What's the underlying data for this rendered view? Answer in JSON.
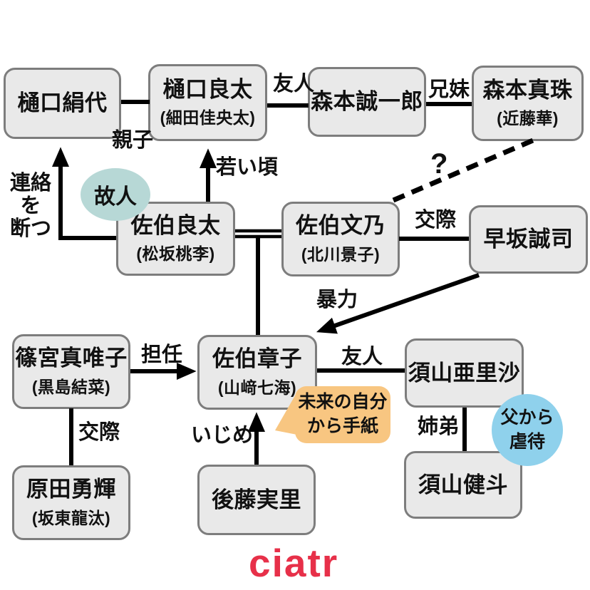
{
  "diagram": {
    "logo": {
      "text": "ciatr",
      "color": "#e73049"
    },
    "colors": {
      "box_fill": "#e9e9e9",
      "box_border": "#7d7d7d",
      "line": "#000000",
      "deceased_badge": "#b7d8d6",
      "abuse_badge": "#8fd1ec",
      "letter_bubble": "#f8c681"
    },
    "nodes": [
      {
        "id": "higuchi-kinuyo",
        "name": "樋口絹代",
        "actor": ""
      },
      {
        "id": "higuchi-ryota",
        "name": "樋口良太",
        "actor": "(細田佳央太)"
      },
      {
        "id": "morimoto-seiichiro",
        "name": "森本誠一郎",
        "actor": ""
      },
      {
        "id": "morimoto-shinju",
        "name": "森本真珠",
        "actor": "(近藤華)"
      },
      {
        "id": "saeki-ryota",
        "name": "佐伯良太",
        "actor": "(松坂桃李)"
      },
      {
        "id": "saeki-fumino",
        "name": "佐伯文乃",
        "actor": "(北川景子)"
      },
      {
        "id": "hayasaka-seiji",
        "name": "早坂誠司",
        "actor": ""
      },
      {
        "id": "shinomiya-maiko",
        "name": "篠宮真唯子",
        "actor": "(黒島結菜)"
      },
      {
        "id": "saeki-akiko",
        "name": "佐伯章子",
        "actor": "(山﨑七海)"
      },
      {
        "id": "suyama-arisa",
        "name": "須山亜里沙",
        "actor": ""
      },
      {
        "id": "harada-yuki",
        "name": "原田勇輝",
        "actor": "(坂東龍汰)"
      },
      {
        "id": "goto-minori",
        "name": "後藤実里",
        "actor": ""
      },
      {
        "id": "suyama-kento",
        "name": "須山健斗",
        "actor": ""
      }
    ],
    "edges": [
      {
        "from": "higuchi-kinuyo",
        "to": "higuchi-ryota",
        "label": "親子",
        "style": "line"
      },
      {
        "from": "higuchi-ryota",
        "to": "morimoto-seiichiro",
        "label": "友人",
        "style": "line"
      },
      {
        "from": "morimoto-seiichiro",
        "to": "morimoto-shinju",
        "label": "兄妹",
        "style": "line"
      },
      {
        "from": "saeki-ryota",
        "to": "higuchi-kinuyo",
        "label": "連絡を断つ",
        "label_lines": [
          "連絡を",
          "断つ"
        ],
        "style": "arrow"
      },
      {
        "from": "saeki-ryota",
        "to": "higuchi-ryota",
        "label": "若い頃",
        "style": "arrow"
      },
      {
        "from": "saeki-ryota",
        "to": "saeki-fumino",
        "label": "",
        "style": "double-line"
      },
      {
        "from": "saeki-fumino",
        "to": "hayasaka-seiji",
        "label": "交際",
        "style": "line"
      },
      {
        "from": "morimoto-shinju",
        "to": "saeki-fumino",
        "label": "?",
        "style": "dashed"
      },
      {
        "from": "hayasaka-seiji",
        "to": "saeki-akiko",
        "label": "暴力",
        "style": "arrow"
      },
      {
        "from": "shinomiya-maiko",
        "to": "saeki-akiko",
        "label": "担任",
        "style": "arrow"
      },
      {
        "from": "saeki-akiko",
        "to": "suyama-arisa",
        "label": "友人",
        "style": "line"
      },
      {
        "from": "shinomiya-maiko",
        "to": "harada-yuki",
        "label": "交際",
        "style": "line"
      },
      {
        "from": "goto-minori",
        "to": "saeki-akiko",
        "label": "いじめ",
        "style": "arrow"
      },
      {
        "from": "suyama-arisa",
        "to": "suyama-kento",
        "label": "姉弟",
        "style": "line"
      }
    ],
    "badges": {
      "deceased": {
        "text": "故人"
      },
      "letter": {
        "lines": [
          "未来の自分",
          "から手紙"
        ]
      },
      "abuse": {
        "lines": [
          "父から",
          "虐待"
        ]
      }
    }
  }
}
